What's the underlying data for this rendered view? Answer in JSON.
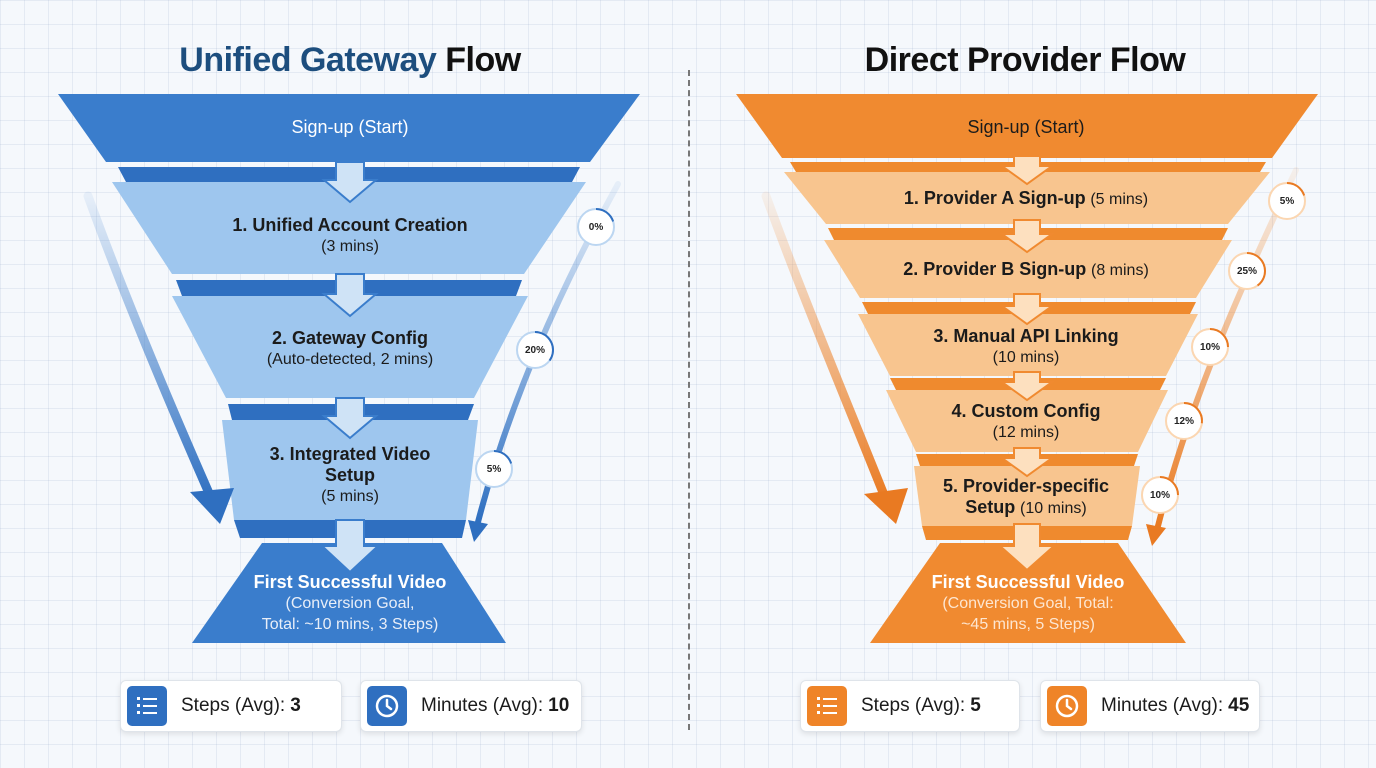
{
  "left": {
    "title_accent": "Unified Gateway",
    "title_rest": "Flow",
    "stages": [
      {
        "line1": "Sign-up (Start)",
        "line2": ""
      },
      {
        "line1": "1. Unified Account Creation",
        "line2": "(3 mins)"
      },
      {
        "line1": "2. Gateway Config",
        "line2": "(Auto-detected, 2 mins)"
      },
      {
        "line1": "3. Integrated Video",
        "line1b": "Setup",
        "line2": "(5 mins)"
      },
      {
        "line1": "First Successful Video",
        "line2": "(Conversion Goal,",
        "line3": "Total: ~10 mins, 3 Steps)"
      }
    ],
    "dropoffs": [
      {
        "label": "0%",
        "value": 0
      },
      {
        "label": "20%",
        "value": 20
      },
      {
        "label": "5%",
        "value": 5
      }
    ],
    "stats": [
      {
        "label": "Steps (Avg):",
        "value": "3",
        "icon": "list-icon"
      },
      {
        "label": "Minutes (Avg):",
        "value": "10",
        "icon": "clock-icon"
      }
    ],
    "colors": {
      "dark": "#3a7dcc",
      "light": "#9ec6ee",
      "edge": "#2f6fc0"
    }
  },
  "right": {
    "title": "Direct Provider Flow",
    "stages": [
      {
        "line1": "Sign-up (Start)",
        "line2": ""
      },
      {
        "line1": "1. Provider A Sign-up",
        "line2": "(5 mins)"
      },
      {
        "line1": "2. Provider B Sign-up",
        "line2": "(8 mins)"
      },
      {
        "line1": "3. Manual API Linking",
        "line2": "(10 mins)"
      },
      {
        "line1": "4. Custom Config",
        "line2": "(12 mins)"
      },
      {
        "line1": "5. Provider-specific",
        "line1b": "Setup",
        "line2": "(10 mins)"
      },
      {
        "line1": "First Successful Video",
        "line2": "(Conversion Goal, Total:",
        "line3": "~45 mins, 5 Steps)"
      }
    ],
    "dropoffs": [
      {
        "label": "5%",
        "value": 5
      },
      {
        "label": "25%",
        "value": 25
      },
      {
        "label": "10%",
        "value": 10
      },
      {
        "label": "12%",
        "value": 12
      },
      {
        "label": "10%",
        "value": 10
      }
    ],
    "stats": [
      {
        "label": "Steps (Avg):",
        "value": "5",
        "icon": "list-icon"
      },
      {
        "label": "Minutes (Avg):",
        "value": "45",
        "icon": "clock-icon"
      }
    ],
    "colors": {
      "dark": "#f08a30",
      "light": "#f8c58f",
      "edge": "#e97a22"
    }
  }
}
